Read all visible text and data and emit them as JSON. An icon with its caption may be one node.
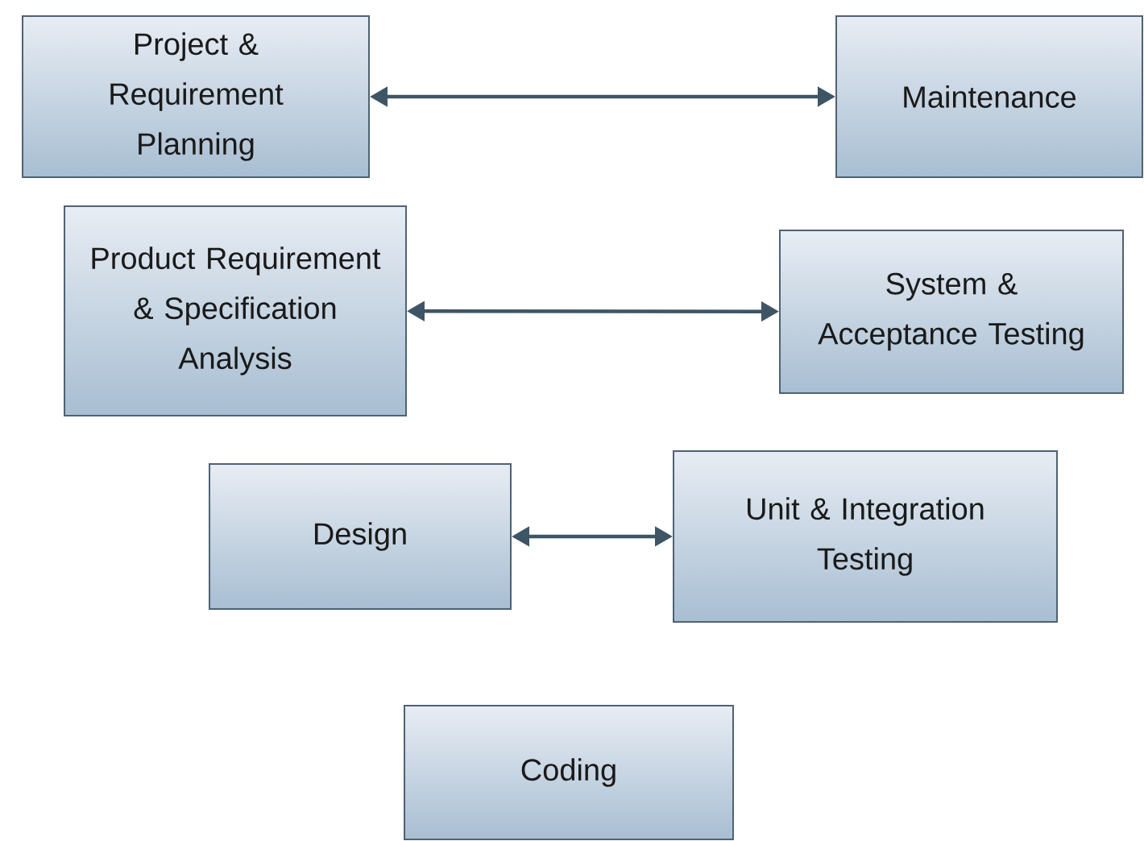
{
  "diagram": {
    "nodes": [
      {
        "text": [
          "Project & Requirement Planning"
        ]
      },
      {
        "text": [
          "Maintenance"
        ]
      },
      {
        "text": [
          "Product Requirement & Specification Analysis"
        ]
      },
      {
        "text": [
          "System & Acceptance Testing"
        ]
      },
      {
        "text": [
          "Design"
        ]
      },
      {
        "text": [
          "Unit & Integration Testing"
        ]
      },
      {
        "text": [
          "Coding"
        ]
      }
    ],
    "edges": [
      {
        "from": 0,
        "to": 1,
        "arrow": "both"
      },
      {
        "from": 2,
        "to": 3,
        "arrow": "both"
      },
      {
        "from": 4,
        "to": 5,
        "arrow": "both"
      }
    ]
  }
}
